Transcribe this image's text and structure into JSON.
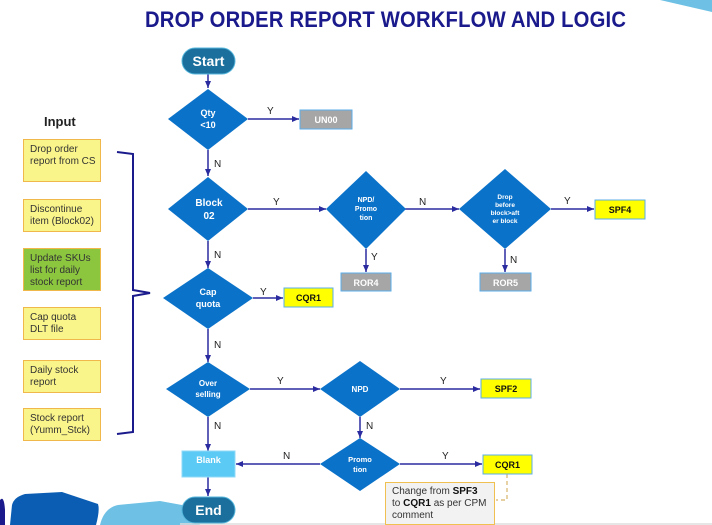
{
  "title": "DROP ORDER REPORT WORKFLOW AND LOGIC",
  "inputs": {
    "heading": "Input",
    "items": [
      {
        "label": "Drop order report from CS",
        "color": "#faf58a"
      },
      {
        "label": "Discontinue item (Block02)",
        "color": "#faf58a"
      },
      {
        "label": "Update SKUs list for daily stock report",
        "color": "#8cc63f"
      },
      {
        "label": "Cap quota DLT file",
        "color": "#faf58a"
      },
      {
        "label": "Daily stock report",
        "color": "#faf58a"
      },
      {
        "label": "Stock report (Yumm_Stck)",
        "color": "#faf58a"
      }
    ]
  },
  "terminals": {
    "start": "Start",
    "end": "End"
  },
  "decisions": {
    "qty": [
      "Qty",
      "<10"
    ],
    "block": [
      "Block",
      "02"
    ],
    "npd_promo": [
      "NPD/",
      "Promo",
      "tion"
    ],
    "drop_before": [
      "Drop",
      "before",
      "block>aft",
      "er block"
    ],
    "cap": [
      "Cap",
      "quota"
    ],
    "over": [
      "Over",
      "selling"
    ],
    "npd": [
      "NPD"
    ],
    "promo": [
      "Promo",
      "tion"
    ]
  },
  "outcomes": {
    "un00": "UN00",
    "ror4": "ROR4",
    "ror5": "ROR5",
    "spf4": "SPF4",
    "cqr1_cap": "CQR1",
    "spf2": "SPF2",
    "cqr1_promo": "CQR1",
    "blank": "Blank"
  },
  "edge_labels": {
    "yes": "Y",
    "no": "N"
  },
  "note": {
    "prefix": "Change from ",
    "from": "SPF3",
    "middle": " to ",
    "to": "CQR1",
    "suffix": " as per CPM comment"
  },
  "colors": {
    "title": "#1a1a8c",
    "decision": "#0b72c9",
    "terminal": "#1b6f9c",
    "outcome_grey": "#a6a6a6",
    "outcome_yellow": "#ffff00",
    "blank": "#5bcaf5",
    "arrow": "#2b2ba0"
  }
}
